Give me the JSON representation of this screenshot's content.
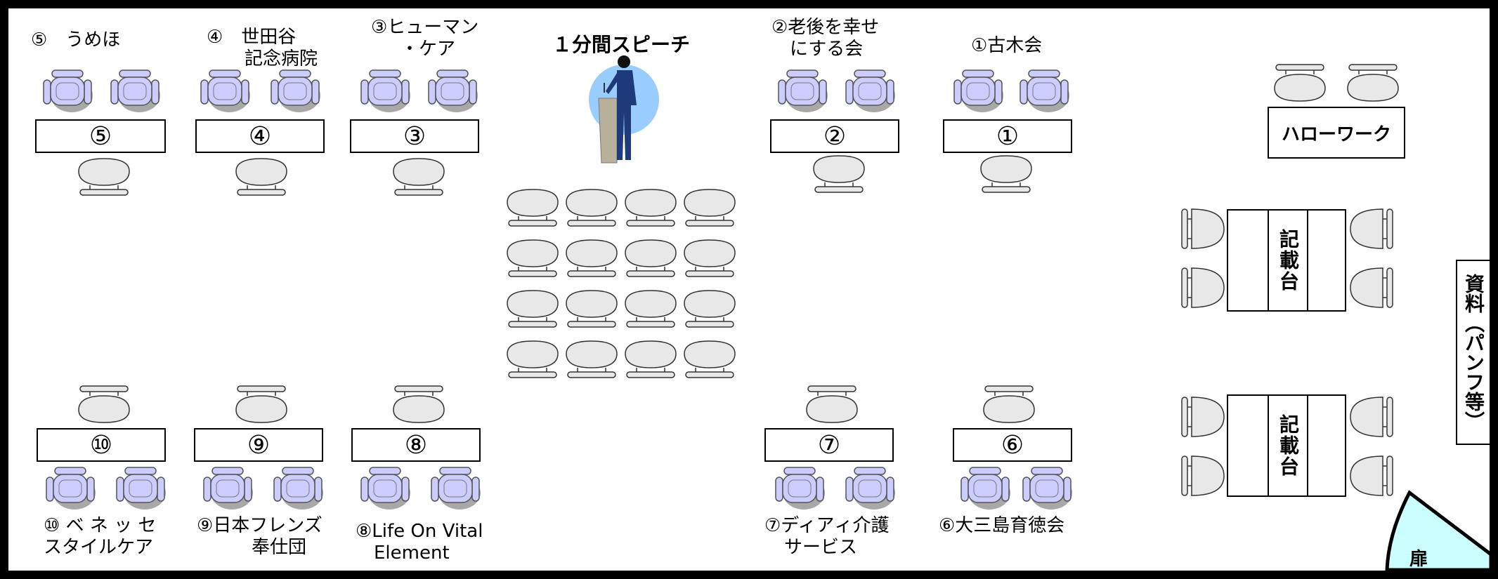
{
  "heading": "１分間スピーチ",
  "booths": {
    "b1": {
      "label": "①古木会",
      "num": "①"
    },
    "b2": {
      "label_l1": "②老後を幸せ",
      "label_l2": "にする会",
      "num": "②"
    },
    "b3": {
      "label_l1": "③ヒューマン",
      "label_l2": "・ケア",
      "num": "③"
    },
    "b4": {
      "label_l1": "④　世田谷",
      "label_l2": "記念病院",
      "num": "④"
    },
    "b5": {
      "label": "⑤　うめほ",
      "num": "⑤"
    },
    "b6": {
      "label": "⑥大三島育徳会",
      "num": "⑥"
    },
    "b7": {
      "label_l1": "⑦ディアィ介護",
      "label_l2": "サービス",
      "num": "⑦"
    },
    "b8": {
      "label_l1": "⑧Life On Vital",
      "label_l2": "Element",
      "num": "⑧"
    },
    "b9": {
      "label_l1": "⑨日本フレンズ",
      "label_l2": "奉仕団",
      "num": "⑨"
    },
    "b10": {
      "label_l1": "⑩ ベ ネ ッ セ",
      "label_l2": "スタイルケア",
      "num": "⑩"
    }
  },
  "hellowork": "ハローワーク",
  "writing_table_label": "記載台",
  "materials_label": "資料（パンフ等）",
  "door_label": "扉",
  "colors": {
    "border": "#000000",
    "chair_blue": "#ccccff",
    "chair_grey": "#e8e8e8",
    "shadow": "#a8a8a8",
    "speaker_circle": "#99ccff",
    "door_fill": "#ccffff",
    "podium": "#b8b09a",
    "suit": "#1f3a7a"
  }
}
